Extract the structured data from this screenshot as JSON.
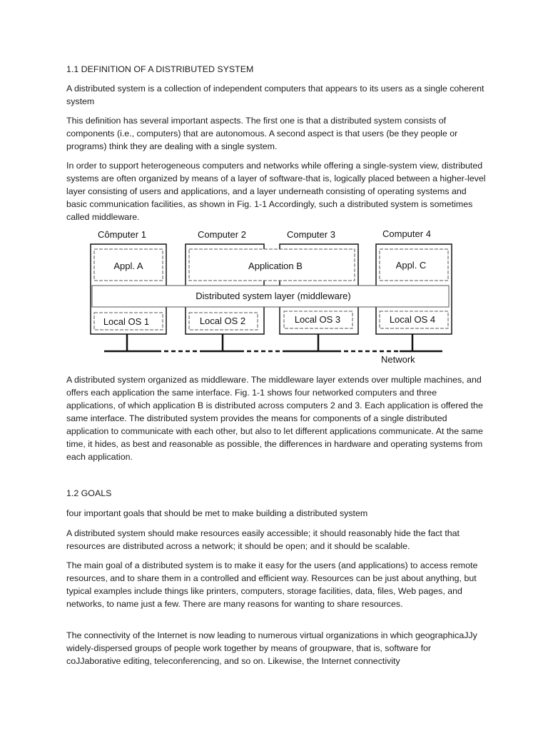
{
  "section1": {
    "heading": "1.1 DEFINITION OF A DISTRIBUTED SYSTEM",
    "p1": "A distributed system is a collection of independent computers that appears to its users as a single coherent system",
    "p2": "This definition has several important aspects. The first one is that a distributed system consists of components (i.e., computers) that are autonomous. A second aspect is that users (be they people or programs) think they are dealing with a single system.",
    "p3": "In order to support heterogeneous computers and networks while offering a single-system view, distributed systems are often organized by means of a layer of software-that is, logically placed between a higher-level layer consisting of users and applications, and a layer underneath consisting of operating systems and basic communication facilities, as shown in Fig. 1-1 Accordingly, such a distributed system is sometimes called middleware."
  },
  "figure": {
    "computer1": "Cômputer 1",
    "computer2": "Computer 2",
    "computer3": "Computer 3",
    "computer4": "Computer 4",
    "appl_a": "Appl. A",
    "application_b": "Application B",
    "appl_c": "Appl. C",
    "middleware": "Distributed system layer (middleware)",
    "os1": "Local OS 1",
    "os2": "Local OS 2",
    "os3": "Local OS 3",
    "os4": "Local OS 4",
    "network": "Network"
  },
  "caption": " A distributed system organized as middleware. The middleware layer extends over multiple machines, and offers each application the same interface. Fig. 1-1 shows four networked computers and three applications, of which application B is distributed across computers 2 and 3. Each application is offered the same interface. The distributed system provides the means for components of a single distributed application to communicate with each other, but also to let different applications communicate. At the same time, it hides, as best and reasonable as possible, the differences in hardware and operating systems from each application.",
  "section2": {
    "heading": "1.2 GOALS",
    "p1": "four important goals that should be met to make building a distributed system",
    "p2": "A distributed system should make resources easily accessible; it should reasonably hide the fact that resources are distributed across a network; it should be open; and it should be scalable.",
    "p3": "The main goal of a distributed system is to make it easy for the users (and applications) to access remote resources, and to share them in a controlled and efficient way. Resources can be just about anything, but typical examples include things like printers, computers, storage facilities, data, files, Web pages, and networks, to name just a few. There are many reasons for wanting to share resources.",
    "p4": "The connectivity of the Internet is now leading to numerous virtual organizations in which geographicaJJy widely-dispersed groups of people work together by means of groupware, that is, software for coJJaborative editing, teleconferencing, and so on. Likewise, the Internet connectivity"
  }
}
